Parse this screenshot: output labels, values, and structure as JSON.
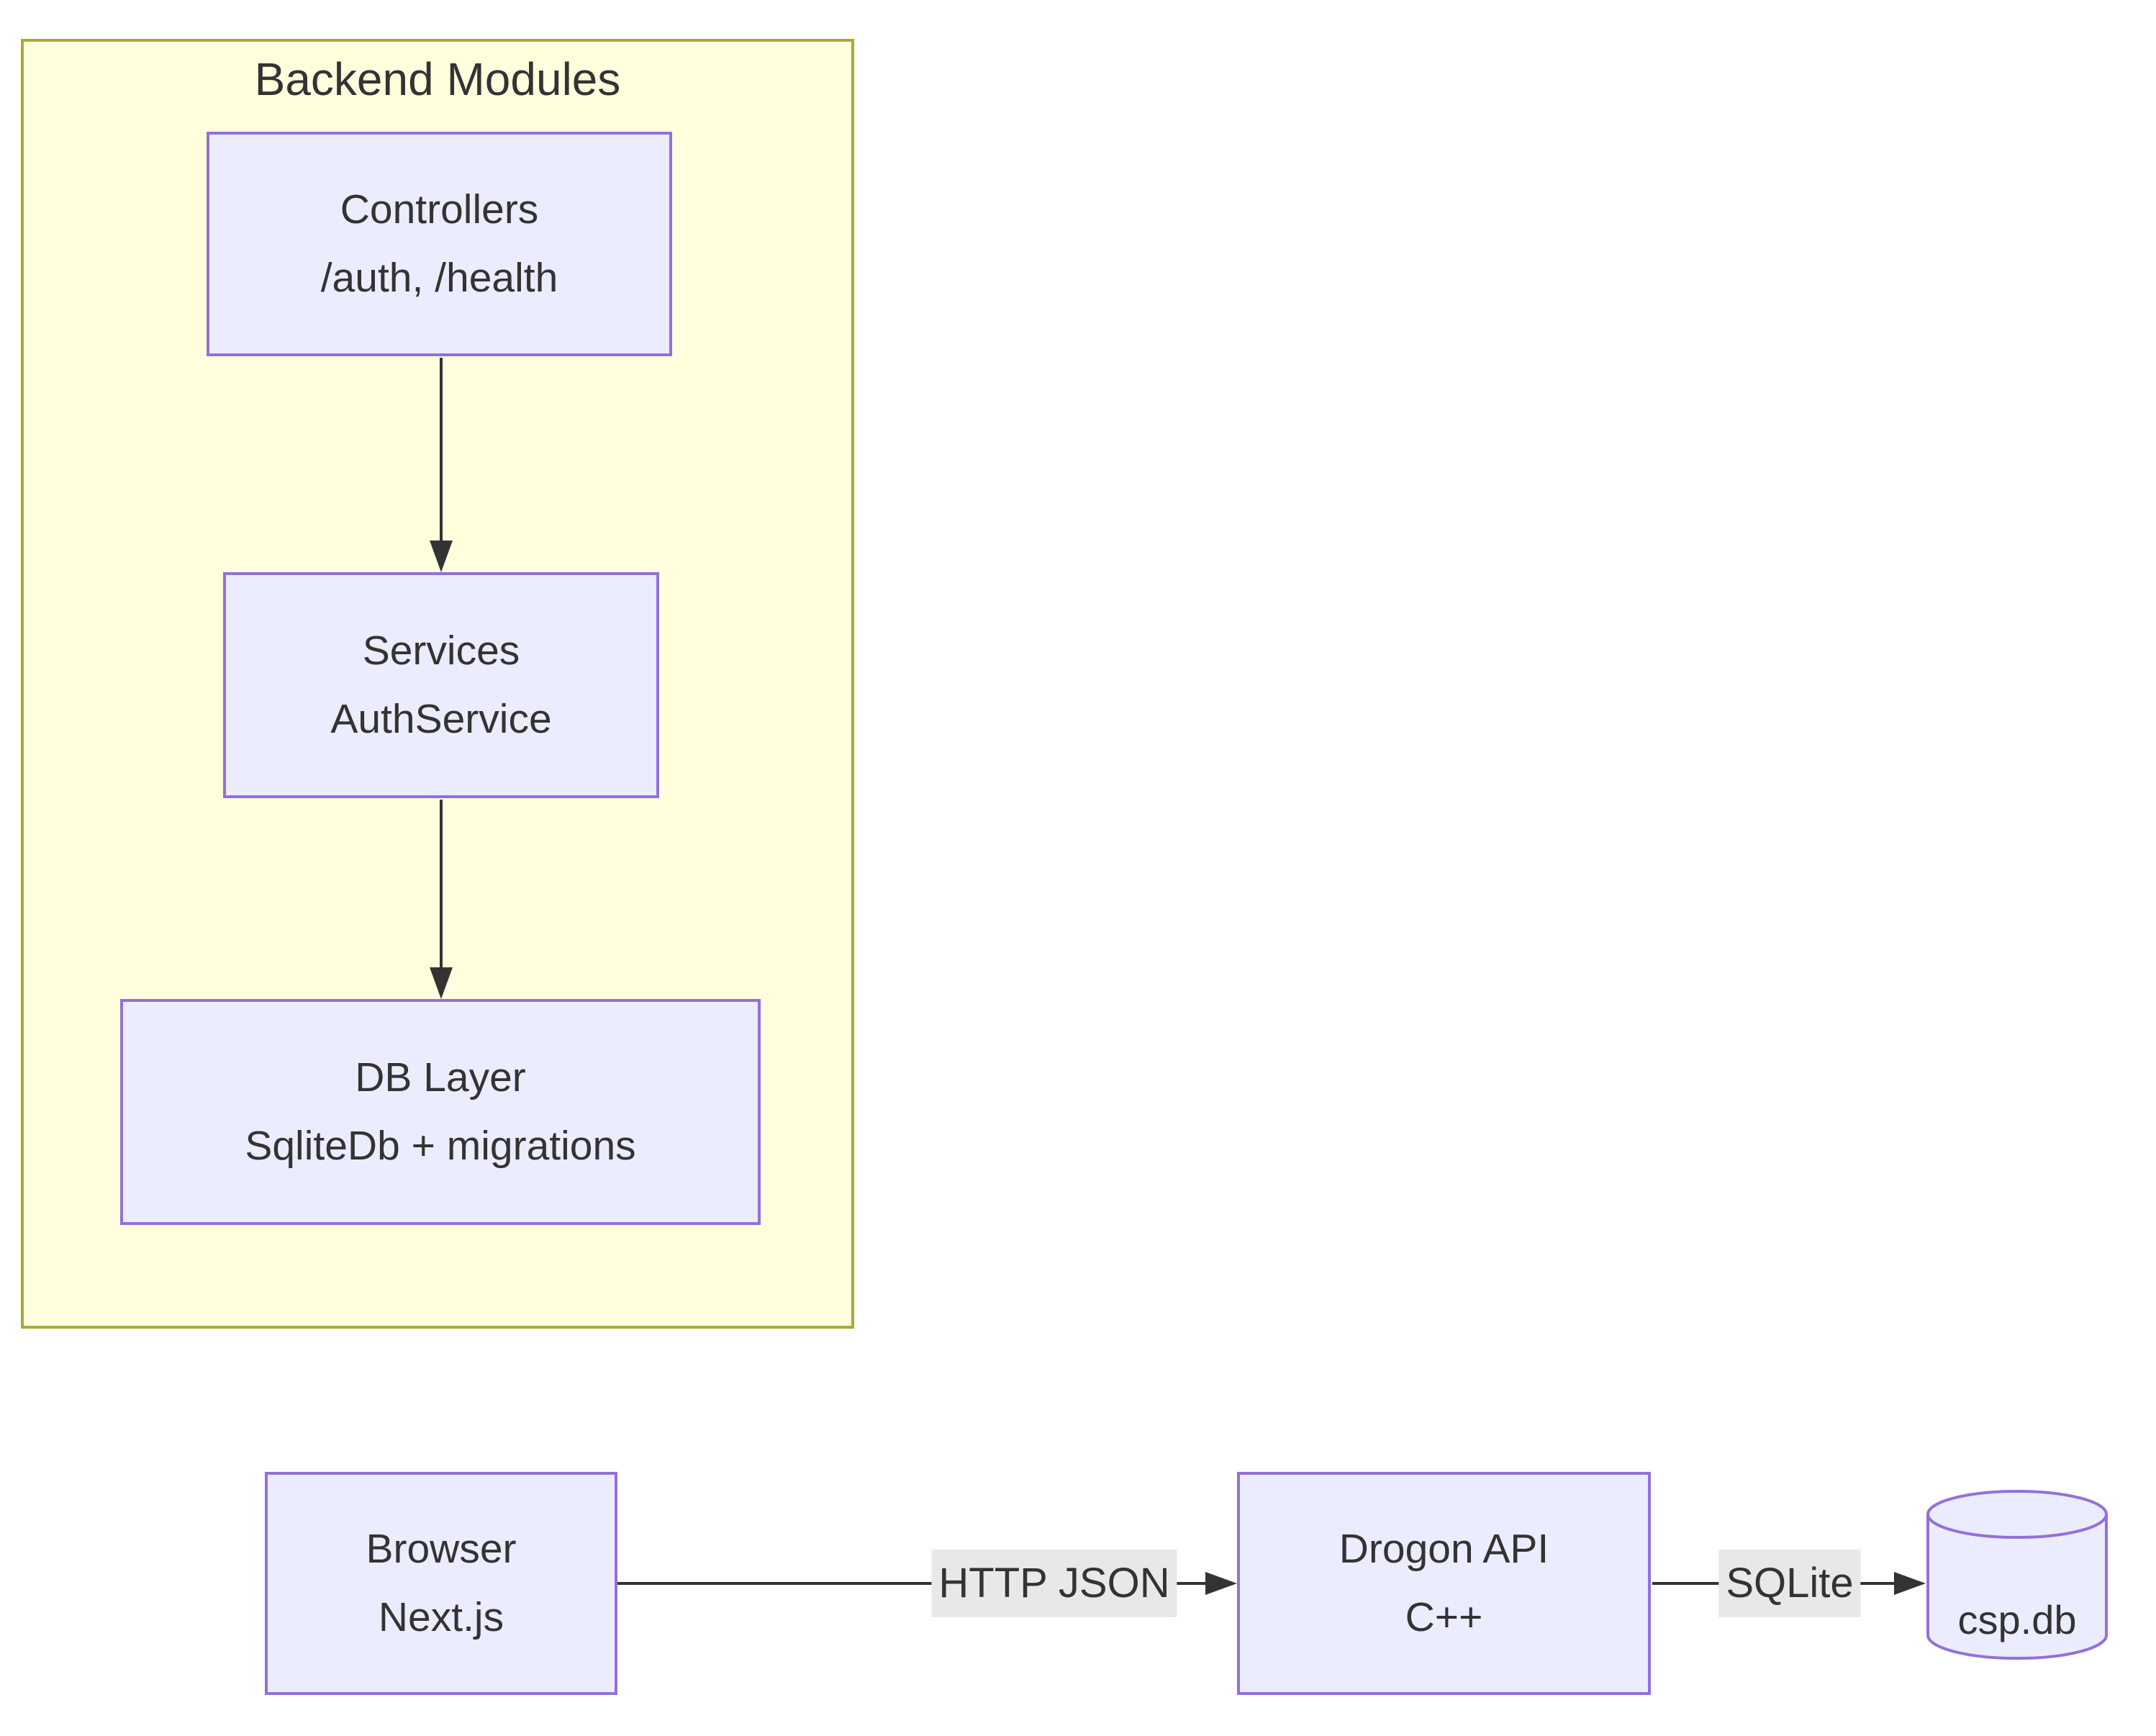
{
  "diagram": {
    "type": "flowchart",
    "colors": {
      "background": "#ffffff",
      "cluster_fill": "#ffffde",
      "cluster_border": "#aaaa33",
      "node_fill": "#ececff",
      "node_border": "#9370db",
      "edge_line": "#333333",
      "edge_label_bg": "#e8e8e8",
      "text": "#333333"
    }
  },
  "cluster": {
    "title": "Backend Modules"
  },
  "nodes": {
    "controllers": {
      "line1": "Controllers",
      "line2": "/auth, /health"
    },
    "services": {
      "line1": "Services",
      "line2": "AuthService"
    },
    "db_layer": {
      "line1": "DB Layer",
      "line2": "SqliteDb + migrations"
    },
    "browser": {
      "line1": "Browser",
      "line2": "Next.js"
    },
    "drogon": {
      "line1": "Drogon API",
      "line2": "C++"
    },
    "csp_db": {
      "label": "csp.db"
    }
  },
  "edges": {
    "controllers_to_services": {
      "label": ""
    },
    "services_to_db_layer": {
      "label": ""
    },
    "browser_to_drogon": {
      "label": "HTTP JSON"
    },
    "drogon_to_csp_db": {
      "label": "SQLite"
    }
  }
}
